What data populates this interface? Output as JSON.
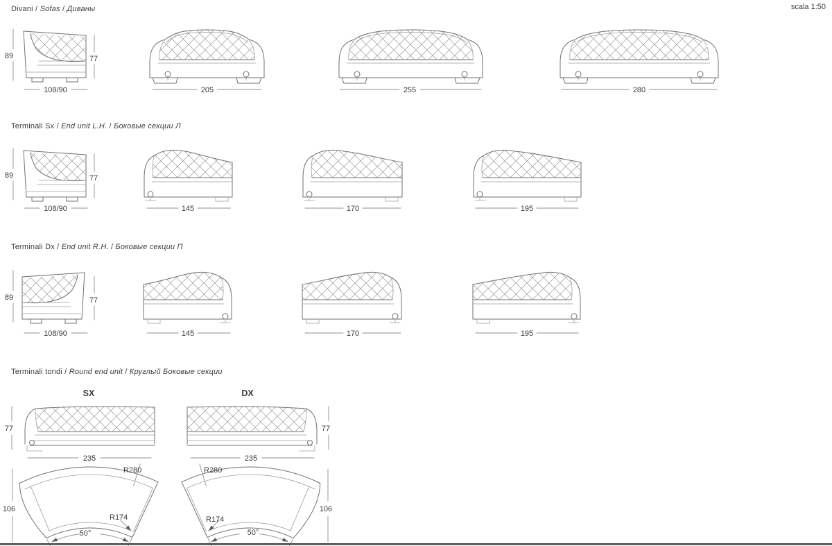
{
  "page": {
    "scale_label": "scala 1:50",
    "separator": " / "
  },
  "sections": [
    {
      "title_it": "Divani",
      "title_en": "Sofas",
      "title_ru": "Диваны"
    },
    {
      "title_it": "Terminali Sx",
      "title_en": "End unit L.H.",
      "title_ru": "Боковые секции Л"
    },
    {
      "title_it": "Terminali Dx",
      "title_en": "End unit R.H.",
      "title_ru": "Боковые секции П"
    },
    {
      "title_it": "Terminali tondi",
      "title_en": "Round end unit",
      "title_ru": "Круглый Боковые секции"
    }
  ],
  "round_units": {
    "left_label": "SX",
    "right_label": "DX"
  },
  "dims": {
    "side_back_height": "89",
    "side_front_height": "77",
    "side_depth": "108/90",
    "sofa_widths": [
      "205",
      "255",
      "280"
    ],
    "end_unit_widths": [
      "145",
      "170",
      "195"
    ],
    "round_front_height": "77",
    "round_front_width": "235",
    "round_outer_radius": "R280",
    "round_inner_radius": "R174",
    "round_angle": "50°",
    "round_depth": "106"
  }
}
